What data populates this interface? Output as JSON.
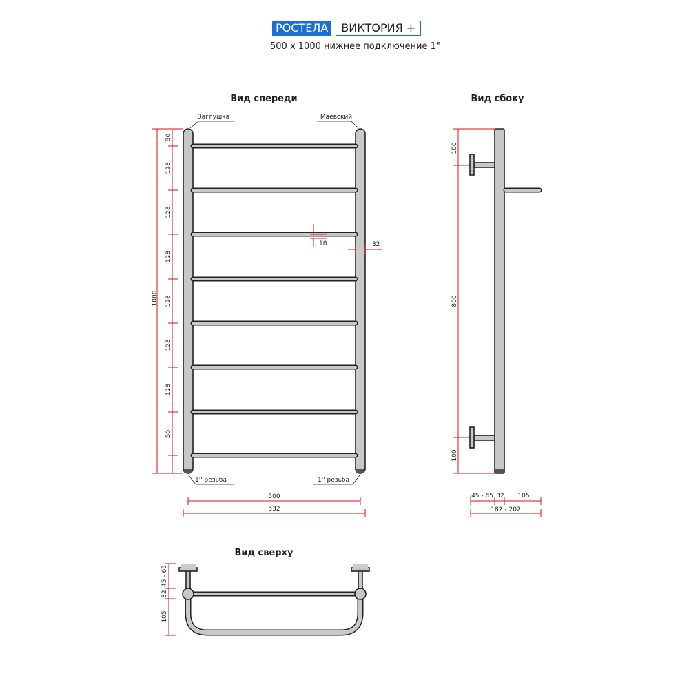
{
  "header": {
    "brand": "РОСТЕЛА",
    "model": "ВИКТОРИЯ +",
    "subtitle": "500 x 1000 нижнее подключение 1\"",
    "brand_color": "#1a6fd0"
  },
  "front_view": {
    "title": "Вид спереди",
    "plug_label": "Заглушка",
    "valve_label": "Маевский",
    "thread_left": "1'' резьба",
    "thread_right": "1'' резьба",
    "total_height": "1000",
    "segments": [
      "50",
      "128",
      "128",
      "128",
      "128",
      "128",
      "128",
      "50"
    ],
    "rung_size": "18",
    "pipe_size": "32",
    "width_inner": "500",
    "width_outer": "532"
  },
  "side_view": {
    "title": "Вид сбоку",
    "segments": [
      "100",
      "800",
      "100"
    ],
    "depth_wall": "45 - 65",
    "depth_pipe": "32",
    "depth_rung": "105",
    "depth_total": "182 - 202"
  },
  "top_view": {
    "title": "Вид сверху",
    "segments": [
      "45 - 65",
      "32",
      "105"
    ]
  }
}
